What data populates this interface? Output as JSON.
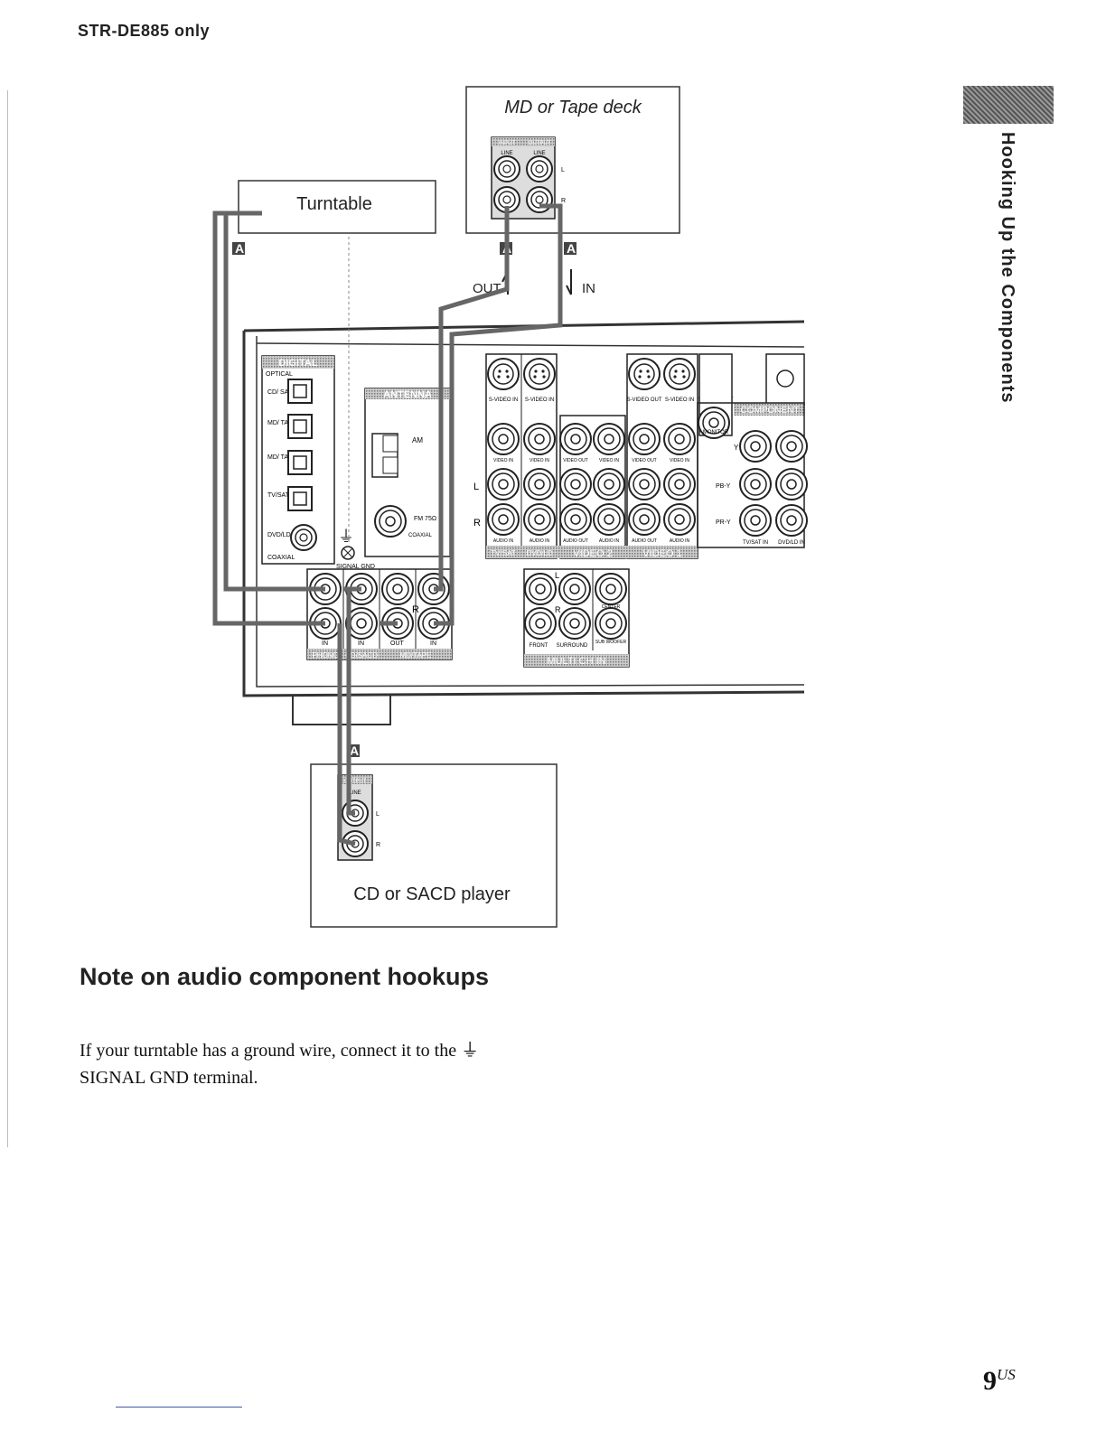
{
  "header": {
    "model_note": "STR-DE885 only"
  },
  "side_tab": {
    "title": "Hooking Up the Components"
  },
  "diagram": {
    "md_tape_box": {
      "title": "MD or Tape deck",
      "input": "INPUT",
      "output": "OUTPUT",
      "line": "LINE",
      "l": "L",
      "r": "R"
    },
    "turntable_box": {
      "title": "Turntable"
    },
    "cd_box": {
      "title": "CD or SACD player",
      "output": "OUTPUT",
      "line": "LINE",
      "l": "L",
      "r": "R"
    },
    "cable_tag": "A",
    "out_label": "OUT",
    "in_label": "IN",
    "digital": {
      "title": "DIGITAL",
      "optical": "OPTICAL",
      "ports": [
        "CD/ SACD IN",
        "MD/ TAPE OUT",
        "MD/ TAPE IN",
        "TV/SAT IN"
      ],
      "coax": "DVD/LD IN",
      "coaxial": "COAXIAL"
    },
    "antenna": {
      "title": "ANTENNA",
      "am": "AM",
      "fm": "FM 75Ω",
      "fm_coaxial": "COAXIAL"
    },
    "signal_gnd": "SIGNAL GND",
    "audio_jacks": {
      "in": "IN",
      "out": "OUT",
      "phono": "PHONO",
      "cd_sacd": "CD/SACD",
      "md_tape": "MD/TAPE",
      "l": "L",
      "r": "R"
    },
    "video": {
      "svideo_in": "S-VIDEO IN",
      "svideo_out": "S-VIDEO OUT",
      "video_in": "VIDEO IN",
      "video_out": "VIDEO OUT",
      "audio_in": "AUDIO IN",
      "audio_out": "AUDIO OUT",
      "tv_sat": "TV/SAT",
      "dvd_ld": "DVD/LD",
      "video2": "VIDEO 2",
      "video1": "VIDEO 1",
      "monitor": "MONITOR",
      "component": "COMPONENT",
      "pb": "PB-Y",
      "pr": "PR-Y",
      "y": "Y",
      "tvsat_in": "TV/SAT IN",
      "dvdld_in": "DVD/LD IN"
    },
    "multi_ch": {
      "title": "MULTI CH IN",
      "front": "FRONT",
      "surround": "SURROUND",
      "center": "CENTER",
      "sub": "SUB WOOFER",
      "l": "L",
      "r": "R"
    }
  },
  "note": {
    "heading": "Note on audio component hookups",
    "body_1": "If your turntable has a ground wire, connect it to the",
    "body_2": "SIGNAL GND terminal."
  },
  "footer": {
    "page": "9",
    "suffix": "US"
  }
}
